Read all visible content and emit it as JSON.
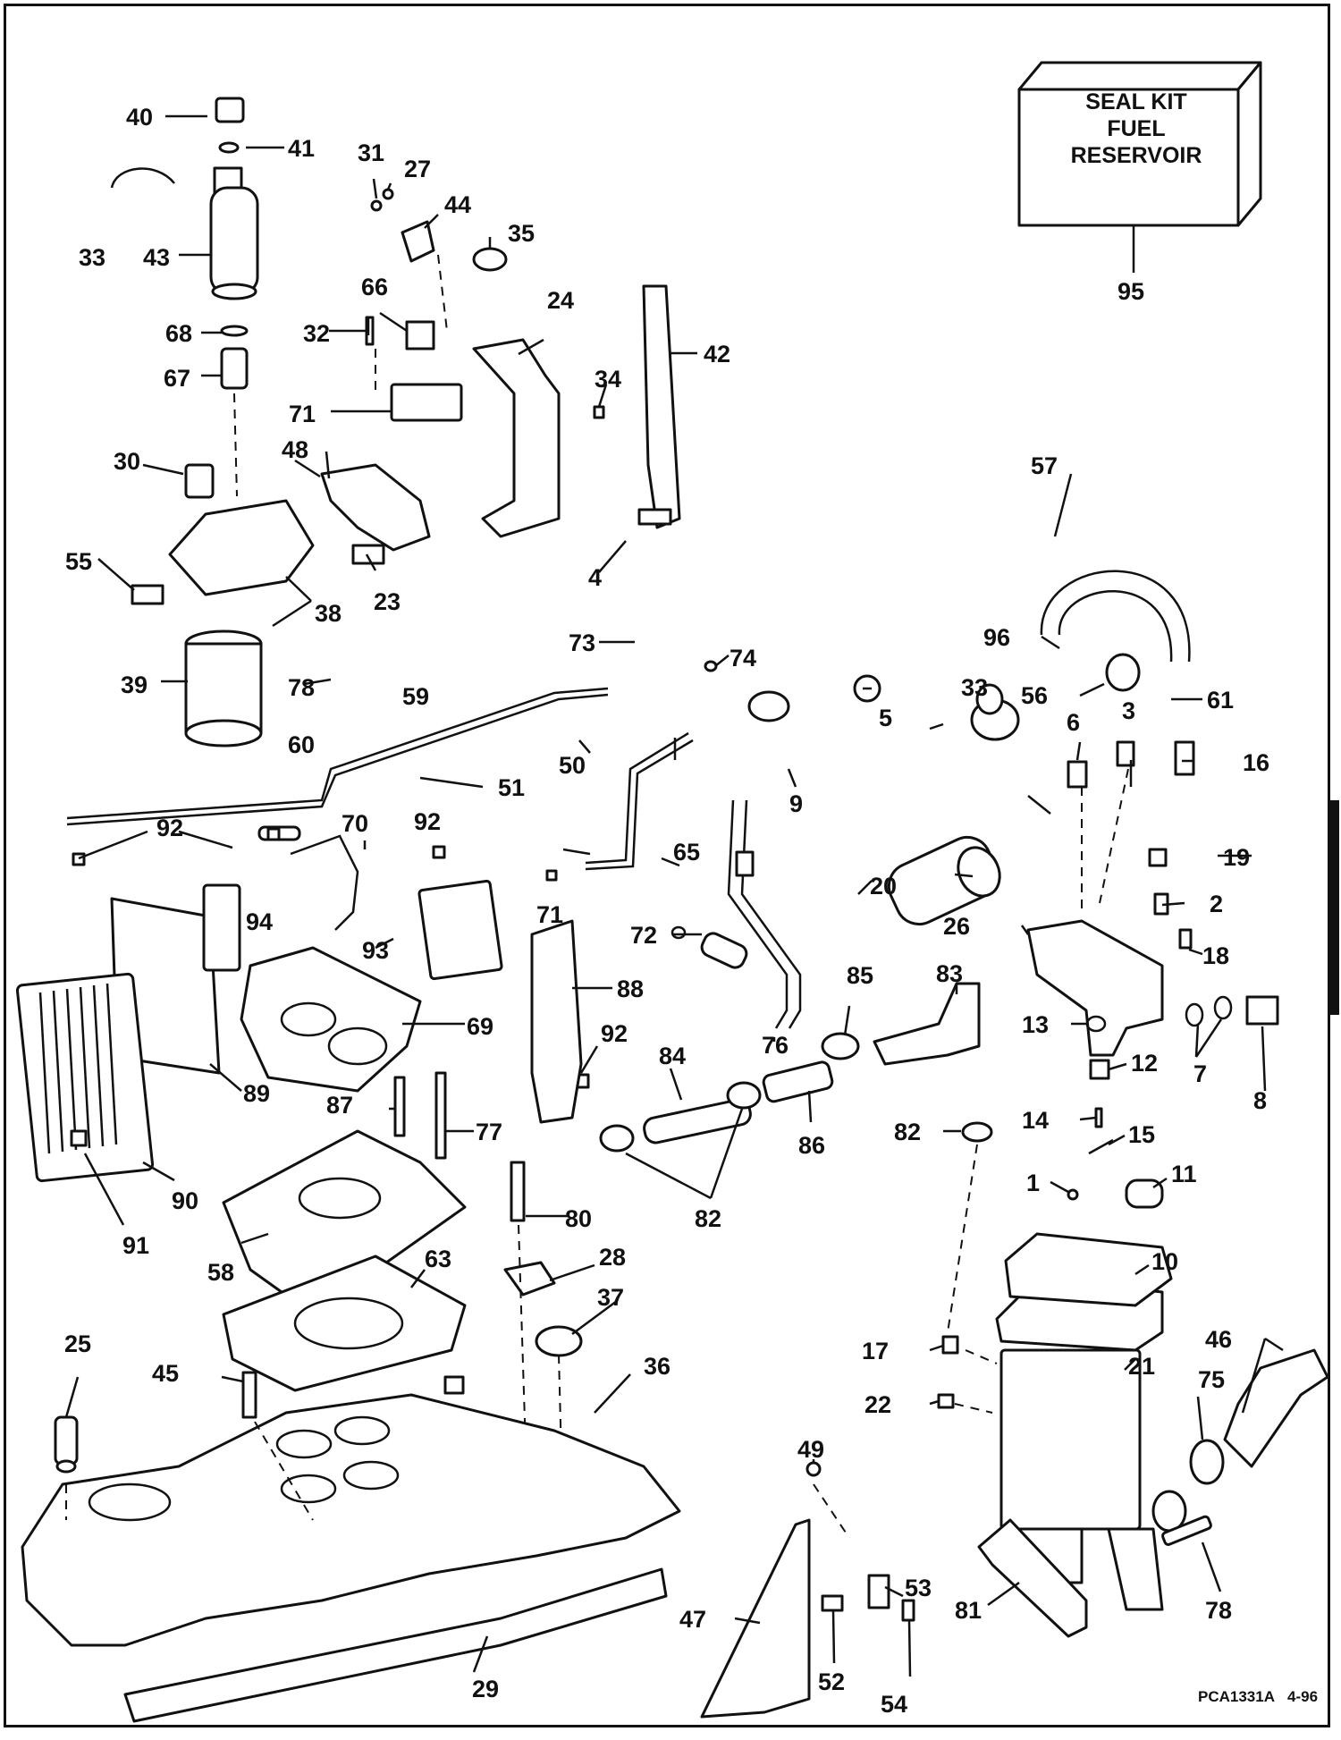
{
  "kit_box": {
    "lines": [
      "SEAL KIT",
      "FUEL",
      "RESERVOIR"
    ]
  },
  "footer": {
    "code": "PCA1331A",
    "date": "4-96"
  },
  "labels": [
    {
      "id": "l40",
      "text": "40"
    },
    {
      "id": "l41",
      "text": "41"
    },
    {
      "id": "l33a",
      "text": "33"
    },
    {
      "id": "l43",
      "text": "43"
    },
    {
      "id": "l68",
      "text": "68"
    },
    {
      "id": "l67",
      "text": "67"
    },
    {
      "id": "l31",
      "text": "31"
    },
    {
      "id": "l27",
      "text": "27"
    },
    {
      "id": "l44",
      "text": "44"
    },
    {
      "id": "l35",
      "text": "35"
    },
    {
      "id": "l66",
      "text": "66"
    },
    {
      "id": "l24",
      "text": "24"
    },
    {
      "id": "l32",
      "text": "32"
    },
    {
      "id": "l42",
      "text": "42"
    },
    {
      "id": "l34",
      "text": "34"
    },
    {
      "id": "l71a",
      "text": "71"
    },
    {
      "id": "l30",
      "text": "30"
    },
    {
      "id": "l48",
      "text": "48"
    },
    {
      "id": "l55",
      "text": "55"
    },
    {
      "id": "l38",
      "text": "38"
    },
    {
      "id": "l23",
      "text": "23"
    },
    {
      "id": "l4",
      "text": "4"
    },
    {
      "id": "l57",
      "text": "57"
    },
    {
      "id": "l95",
      "text": "95"
    },
    {
      "id": "l73",
      "text": "73"
    },
    {
      "id": "l74",
      "text": "74"
    },
    {
      "id": "l96",
      "text": "96"
    },
    {
      "id": "l56",
      "text": "56"
    },
    {
      "id": "l61",
      "text": "61"
    },
    {
      "id": "l39",
      "text": "39"
    },
    {
      "id": "l78a",
      "text": "78"
    },
    {
      "id": "l59",
      "text": "59"
    },
    {
      "id": "l60",
      "text": "60"
    },
    {
      "id": "l33b",
      "text": "33"
    },
    {
      "id": "l5",
      "text": "5"
    },
    {
      "id": "l3",
      "text": "3"
    },
    {
      "id": "l6",
      "text": "6"
    },
    {
      "id": "l16",
      "text": "16"
    },
    {
      "id": "l51",
      "text": "51"
    },
    {
      "id": "l50",
      "text": "50"
    },
    {
      "id": "l9",
      "text": "9"
    },
    {
      "id": "l92a",
      "text": "92"
    },
    {
      "id": "l70",
      "text": "70"
    },
    {
      "id": "l92b",
      "text": "92"
    },
    {
      "id": "l65",
      "text": "65"
    },
    {
      "id": "l71b",
      "text": "71"
    },
    {
      "id": "l20",
      "text": "20"
    },
    {
      "id": "l19",
      "text": "19"
    },
    {
      "id": "l2",
      "text": "2"
    },
    {
      "id": "l94",
      "text": "94"
    },
    {
      "id": "l93",
      "text": "93"
    },
    {
      "id": "l72",
      "text": "72"
    },
    {
      "id": "l26",
      "text": "26"
    },
    {
      "id": "l18",
      "text": "18"
    },
    {
      "id": "l85",
      "text": "85"
    },
    {
      "id": "l83",
      "text": "83"
    },
    {
      "id": "l88",
      "text": "88"
    },
    {
      "id": "l69",
      "text": "69"
    },
    {
      "id": "l13",
      "text": "13"
    },
    {
      "id": "l7",
      "text": "7"
    },
    {
      "id": "l8",
      "text": "8"
    },
    {
      "id": "l92c",
      "text": "92"
    },
    {
      "id": "l84",
      "text": "84"
    },
    {
      "id": "l76",
      "text": "76"
    },
    {
      "id": "l12",
      "text": "12"
    },
    {
      "id": "l89",
      "text": "89"
    },
    {
      "id": "l87",
      "text": "87"
    },
    {
      "id": "l77",
      "text": "77"
    },
    {
      "id": "l86",
      "text": "86"
    },
    {
      "id": "l82a",
      "text": "82"
    },
    {
      "id": "l14",
      "text": "14"
    },
    {
      "id": "l15",
      "text": "15"
    },
    {
      "id": "l90",
      "text": "90"
    },
    {
      "id": "l1",
      "text": "1"
    },
    {
      "id": "l11",
      "text": "11"
    },
    {
      "id": "l91",
      "text": "91"
    },
    {
      "id": "l80",
      "text": "80"
    },
    {
      "id": "l82b",
      "text": "82"
    },
    {
      "id": "l58",
      "text": "58"
    },
    {
      "id": "l63",
      "text": "63"
    },
    {
      "id": "l28",
      "text": "28"
    },
    {
      "id": "l10",
      "text": "10"
    },
    {
      "id": "l37",
      "text": "37"
    },
    {
      "id": "l46",
      "text": "46"
    },
    {
      "id": "l25",
      "text": "25"
    },
    {
      "id": "l36",
      "text": "36"
    },
    {
      "id": "l45",
      "text": "45"
    },
    {
      "id": "l17",
      "text": "17"
    },
    {
      "id": "l21",
      "text": "21"
    },
    {
      "id": "l75",
      "text": "75"
    },
    {
      "id": "l22",
      "text": "22"
    },
    {
      "id": "l49",
      "text": "49"
    },
    {
      "id": "l53",
      "text": "53"
    },
    {
      "id": "l47",
      "text": "47"
    },
    {
      "id": "l81",
      "text": "81"
    },
    {
      "id": "l78b",
      "text": "78"
    },
    {
      "id": "l29",
      "text": "29"
    },
    {
      "id": "l52",
      "text": "52"
    },
    {
      "id": "l54",
      "text": "54"
    }
  ]
}
